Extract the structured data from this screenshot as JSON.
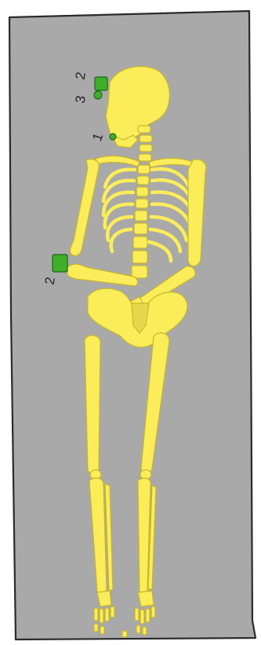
{
  "colors": {
    "background": "#ffffff",
    "grave_fill": "#a9a9a9",
    "grave_outline": "#2b2b2b",
    "bone_fill": "#fbed5a",
    "bone_outline": "#c9b62a",
    "find_fill": "#3fae2a",
    "find_outline": "#1d6a14"
  },
  "find_labels": {
    "skull_top": "2",
    "skull_mid": "3",
    "neck": "1",
    "hand": "2"
  },
  "icons": [
    "skeleton-icon",
    "grave-goods-marker-icon"
  ]
}
